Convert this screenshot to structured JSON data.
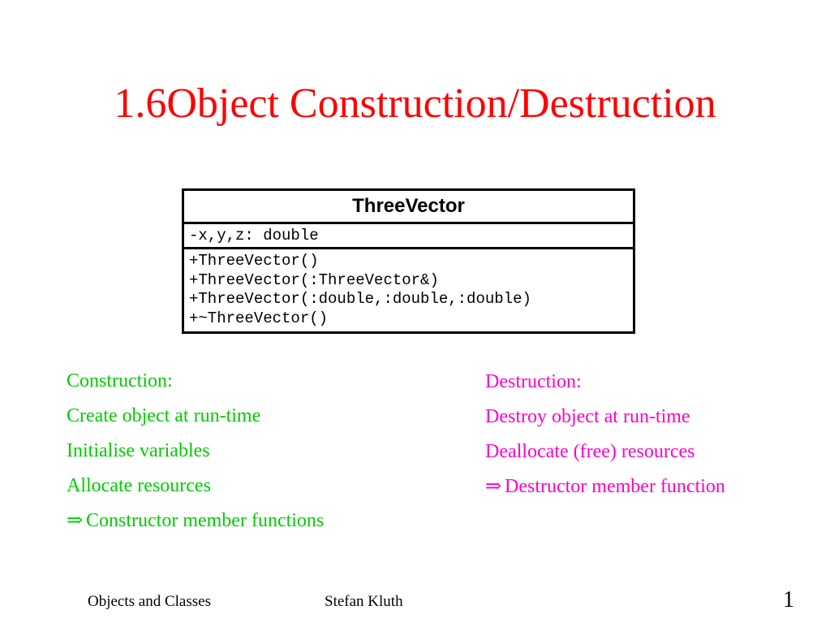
{
  "slide": {
    "title": "1.6Object Construction/Destruction"
  },
  "uml": {
    "class_name": "ThreeVector",
    "attributes": "-x,y,z: double",
    "methods": [
      "+ThreeVector()",
      "+ThreeVector(:ThreeVector&)",
      "+ThreeVector(:double,:double,:double)",
      "+~ThreeVector()"
    ]
  },
  "construction": {
    "heading": "Construction:",
    "items": [
      "Create object at run-time",
      "Initialise variables",
      "Allocate resources"
    ],
    "arrow_text": "Constructor member functions",
    "arrow_icon": "right-arrow-icon",
    "color": "#00cc00"
  },
  "destruction": {
    "heading": "Destruction:",
    "items": [
      "Destroy object at run-time",
      "Deallocate (free) resources"
    ],
    "arrow_text": "Destructor member function",
    "arrow_icon": "right-arrow-icon",
    "color": "#ff00cc"
  },
  "footer": {
    "left": "Objects and Classes",
    "center": "Stefan Kluth",
    "page": "1"
  }
}
